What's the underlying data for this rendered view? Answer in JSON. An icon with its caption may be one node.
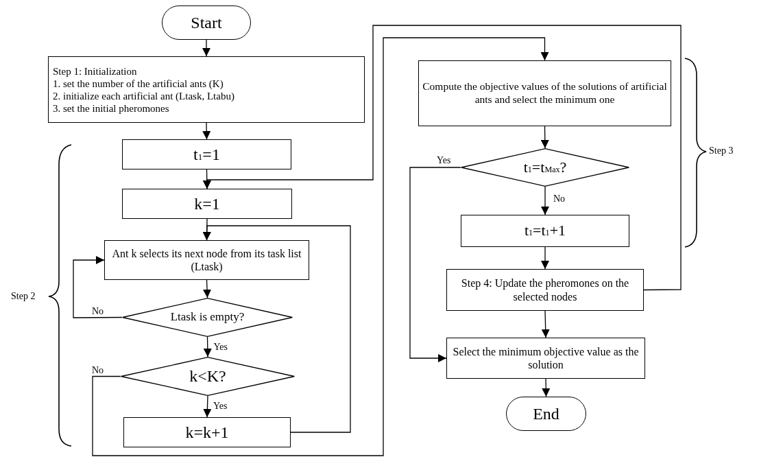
{
  "diagram": {
    "nodes": [
      {
        "text": [
          "Start"
        ]
      },
      {
        "text": [
          "Step 1: Initialization",
          "1. set the number of the artificial ants (K)",
          "2. initialize each artificial ant (Ltask, Ltabu)",
          "3. set the initial pheromones"
        ]
      },
      {
        "text": [
          "t$_{1}$=1"
        ]
      },
      {
        "text": [
          "k=1"
        ]
      },
      {
        "text": [
          "Ant k selects its next node from its task list (Ltask)"
        ]
      },
      {
        "text": [
          "Ltask is empty?"
        ]
      },
      {
        "text": [
          "k<K?"
        ]
      },
      {
        "text": [
          "k=k+1"
        ]
      },
      {
        "text": [
          "Compute the objective values of the solutions of artificial ants and select the minimum one"
        ]
      },
      {
        "text": [
          "t$_{1}$=t$_{Max}$?"
        ]
      },
      {
        "text": [
          "t$_{1}$=t$_{1}$+1"
        ]
      },
      {
        "text": [
          "Step 4: Update the pheromones on the selected nodes"
        ]
      },
      {
        "text": [
          "Select the minimum objective value as the solution"
        ]
      },
      {
        "text": [
          "End"
        ]
      }
    ],
    "edges": [
      {
        "from": 0,
        "to": 1,
        "arrow": "to"
      },
      {
        "from": 1,
        "to": 2,
        "arrow": "to"
      },
      {
        "from": 2,
        "to": 3,
        "arrow": "to"
      },
      {
        "from": 3,
        "to": 4,
        "arrow": "to"
      },
      {
        "from": 4,
        "to": 5,
        "arrow": "to"
      },
      {
        "from": 5,
        "to": 4,
        "arrow": "to",
        "label": "No"
      },
      {
        "from": 5,
        "to": 6,
        "arrow": "to",
        "label": "Yes"
      },
      {
        "from": 6,
        "to": 7,
        "arrow": "to",
        "label": "Yes"
      },
      {
        "from": 7,
        "to": 4,
        "arrow": "to"
      },
      {
        "from": 6,
        "to": 8,
        "arrow": "to",
        "label": "No"
      },
      {
        "from": 8,
        "to": 9,
        "arrow": "to"
      },
      {
        "from": 9,
        "to": 10,
        "arrow": "to",
        "label": "No"
      },
      {
        "from": 10,
        "to": 11,
        "arrow": "to"
      },
      {
        "from": 11,
        "to": 3,
        "arrow": "to"
      },
      {
        "from": 9,
        "to": 12,
        "arrow": "to",
        "label": "Yes"
      },
      {
        "from": 11,
        "to": 12,
        "arrow": "to"
      },
      {
        "from": 12,
        "to": 13,
        "arrow": "to"
      }
    ],
    "labels": [
      "Step 2",
      "Step 3"
    ]
  }
}
